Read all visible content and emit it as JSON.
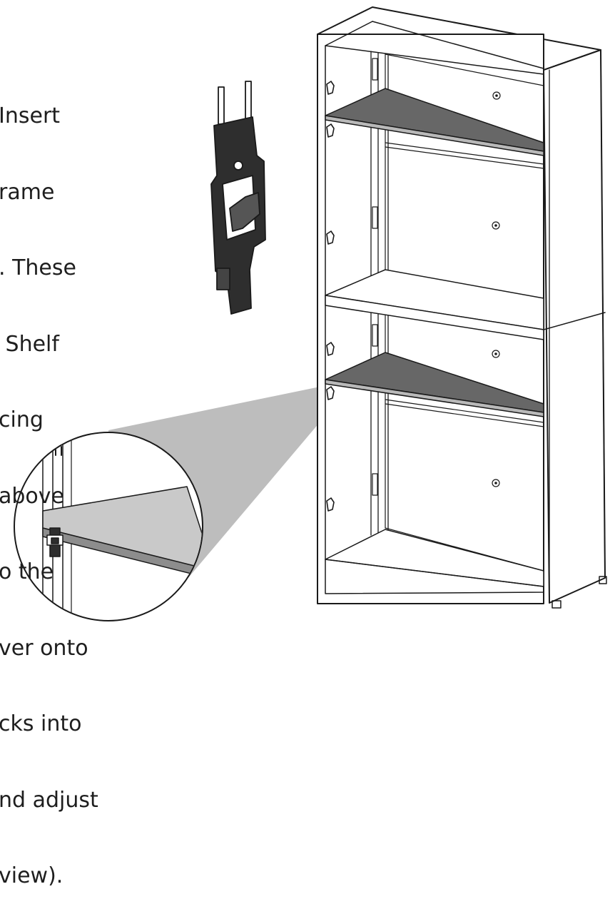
{
  "instruction": {
    "lines": [
      "Insert",
      "rame",
      ". These",
      " Shelf",
      "cing",
      "above",
      "o the",
      "ver onto",
      "cks into",
      "nd adjust",
      "view)."
    ]
  },
  "colors": {
    "line": "#1a1a1a",
    "shelf_dark": "#676767",
    "shelf_edge": "#b9b9b9",
    "zoom_cone": "#bdbdbd",
    "bracket_dark": "#2e2e2e"
  },
  "icons": {
    "bracket": "shelf-bracket-clip-icon",
    "zoom": "magnifier-detail-icon"
  }
}
